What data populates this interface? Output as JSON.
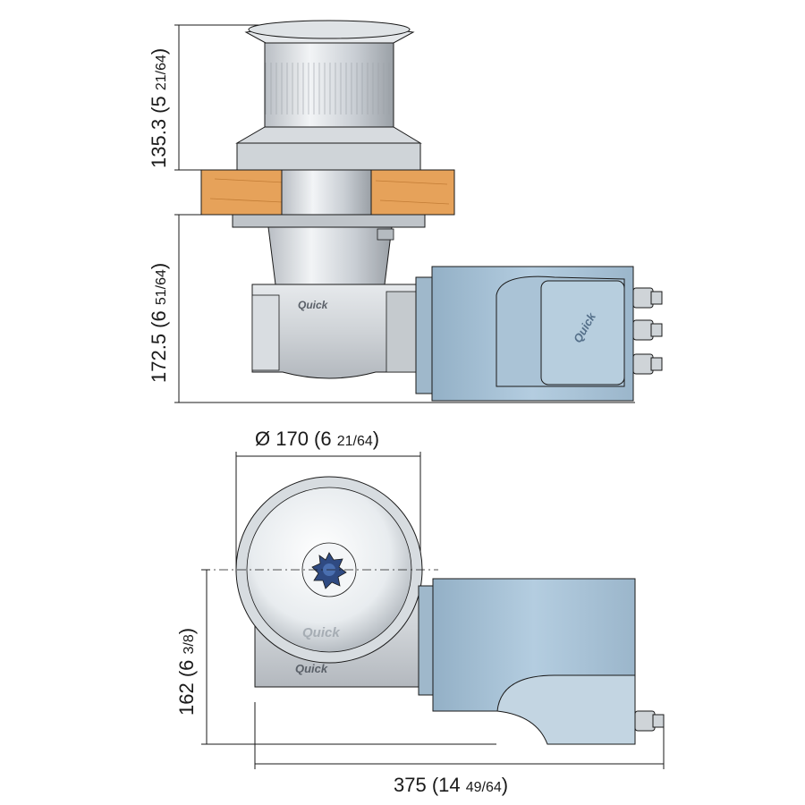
{
  "dimensions": {
    "capstan_height": {
      "value": "135.3",
      "open": " (5 ",
      "frac": "21/64",
      "close": ")"
    },
    "motor_height": {
      "value": "172.5",
      "open": " (6 ",
      "frac": "51/64",
      "close": ")"
    },
    "diameter": {
      "value": "Ø 170",
      "open": " (6 ",
      "frac": "21/64",
      "close": ")"
    },
    "depth": {
      "value": "162",
      "open": " (6 ",
      "frac": "3/8",
      "close": ")"
    },
    "length": {
      "value": "375",
      "open": " (14 ",
      "frac": "49/64",
      "close": ")"
    }
  },
  "brand": {
    "logo_text": "Quick"
  },
  "colors": {
    "motor_blue": "#a9c4d8",
    "wood": "#e6a25a",
    "metal": "#c9ced4",
    "line": "#1a1a1a"
  }
}
